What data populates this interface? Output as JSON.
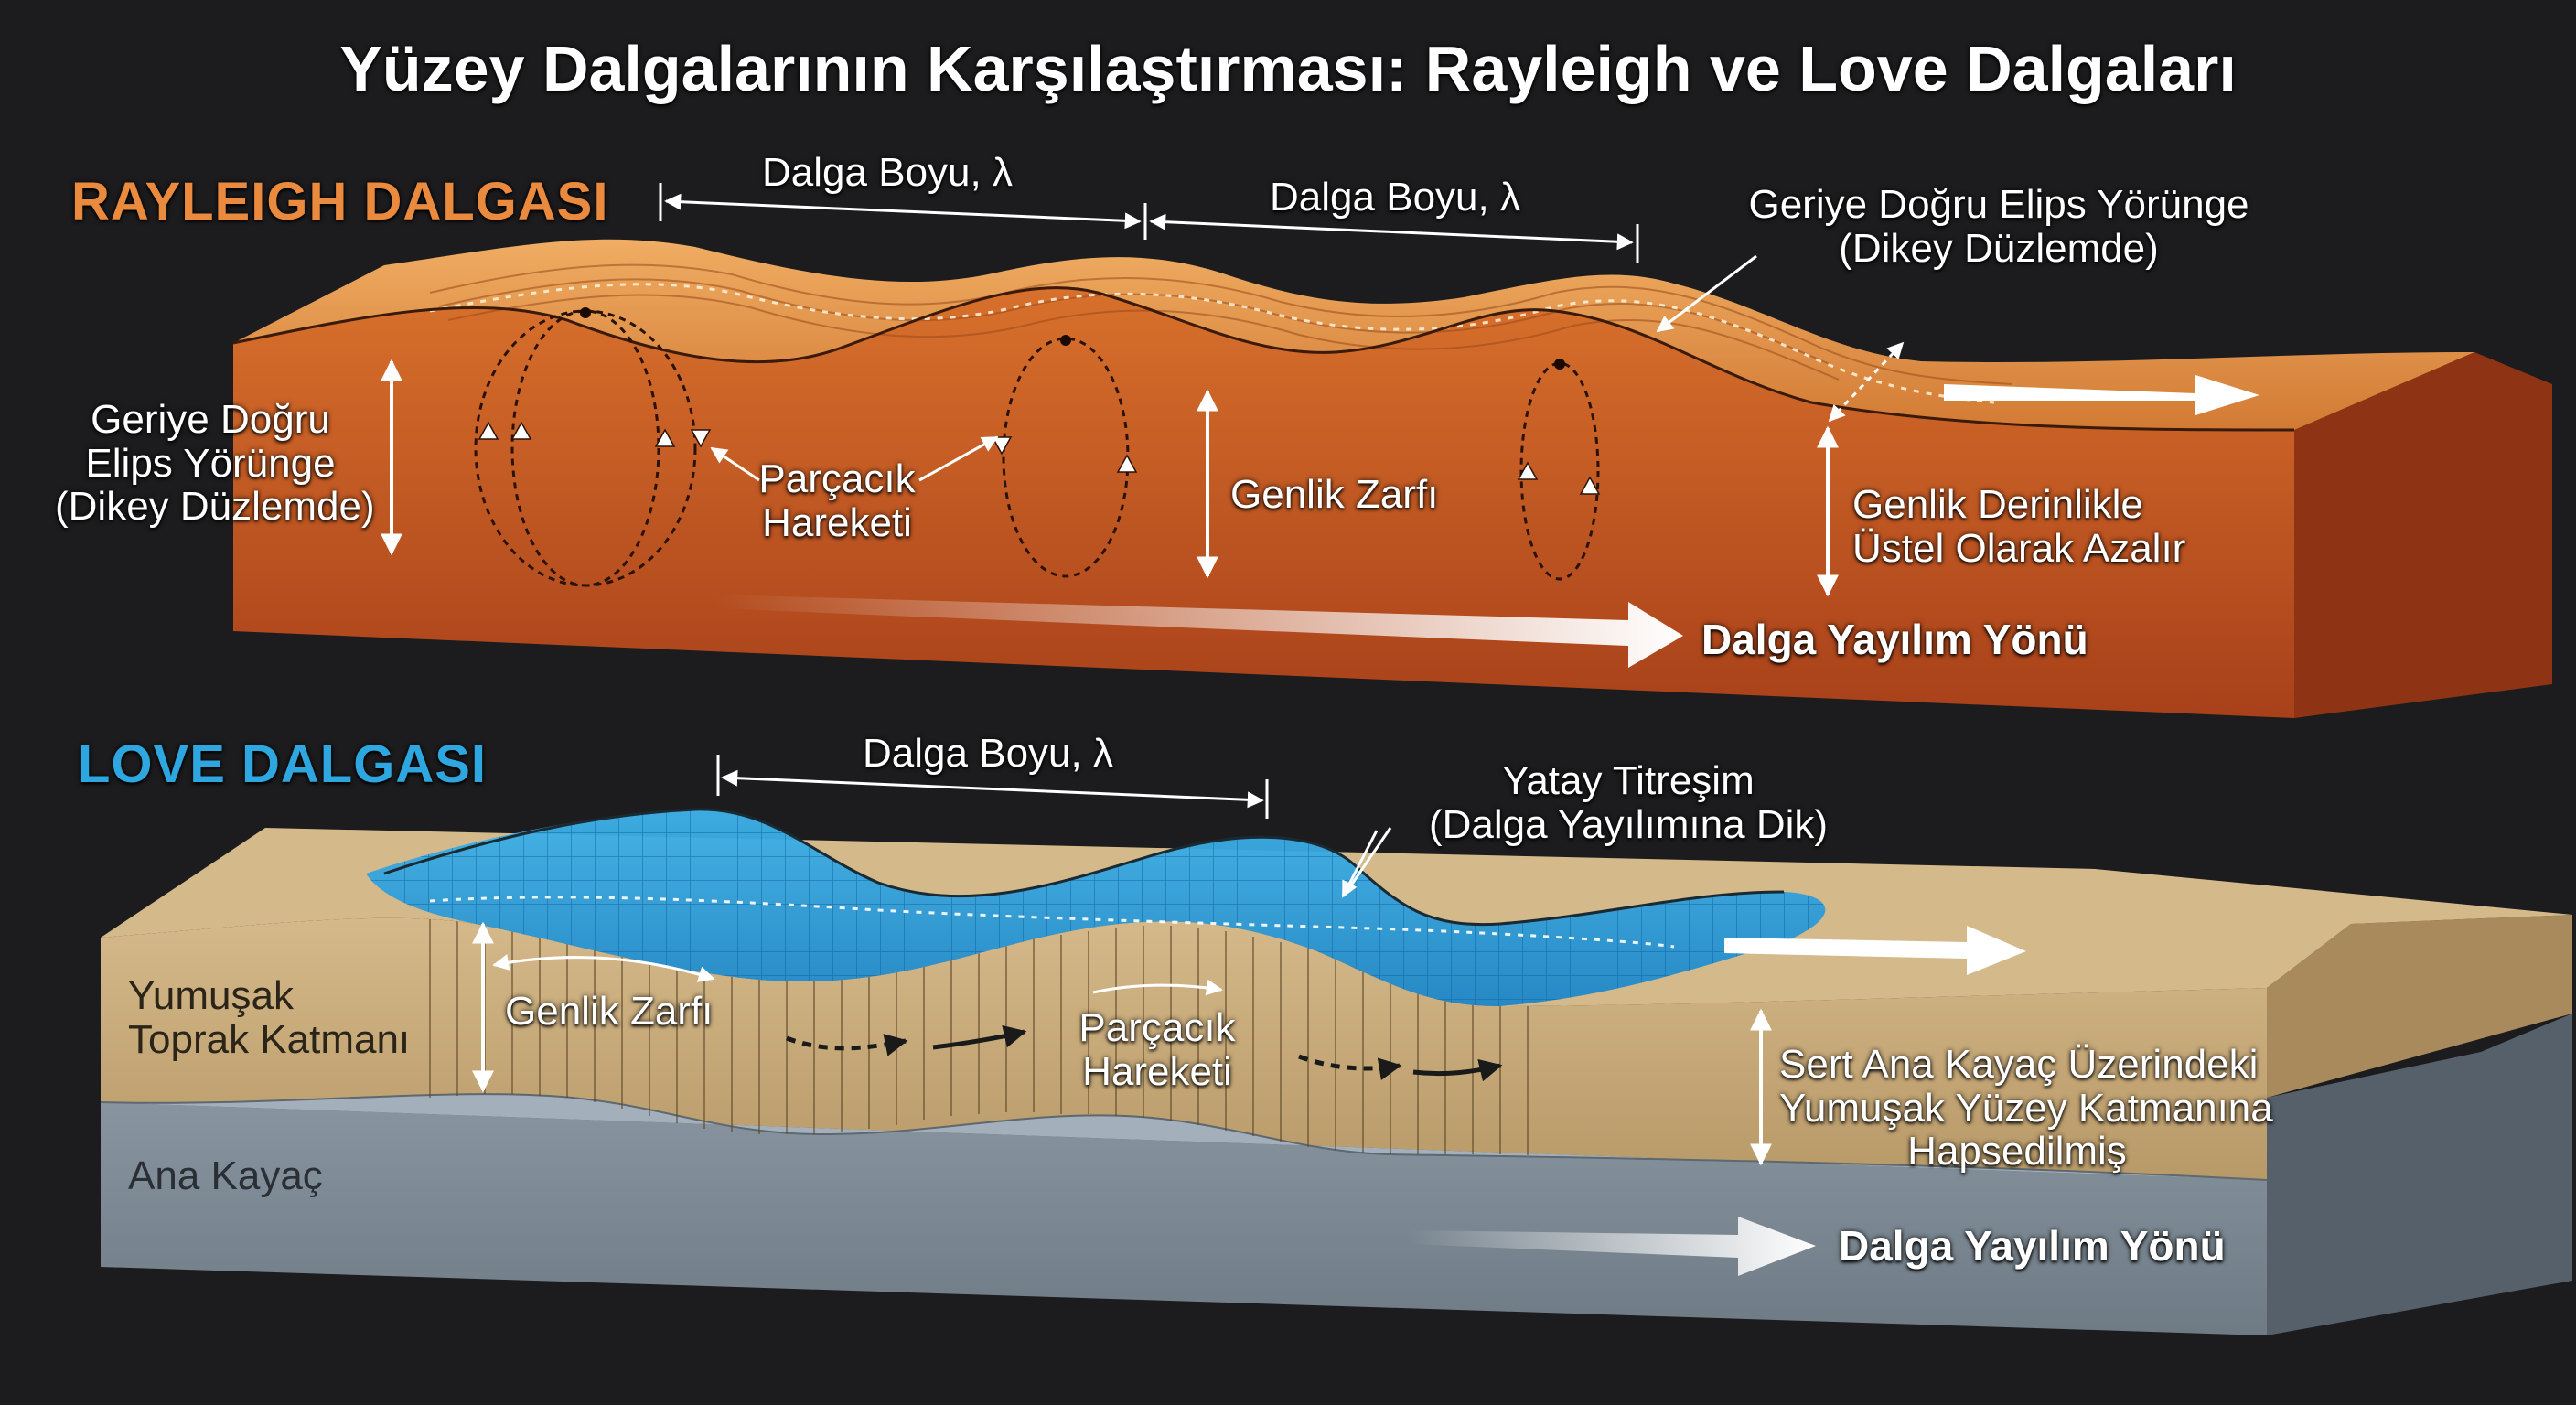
{
  "title": "Yüzey Dalgalarının Karşılaştırması: Rayleigh ve Love Dalgaları",
  "colors": {
    "background": "#1c1c1e",
    "rayleigh_accent": "#e98a3f",
    "love_accent": "#2ea6e0",
    "rayleigh_block": "#c4561d",
    "soil_layer": "#c9ad7e",
    "bedrock_layer": "#7d8a95"
  },
  "rayleigh": {
    "heading": "RAYLEIGH DALGASI",
    "wavelength_1": "Dalga Boyu, λ",
    "wavelength_2": "Dalga Boyu, λ",
    "orbit_top_right": [
      "Geriye Doğru Elips Yörünge",
      "(Dikey Düzlemde)"
    ],
    "orbit_left": [
      "Geriye Doğru",
      "Elips Yörünge",
      "(Dikey Düzlemde)"
    ],
    "particle_motion": [
      "Parçacık",
      "Hareketi"
    ],
    "amplitude_envelope": "Genlik Zarfı",
    "depth_decay": [
      "Genlik Derinlikle",
      "Üstel Olarak Azalır"
    ],
    "propagation": "Dalga Yayılım Yönü"
  },
  "love": {
    "heading": "LOVE DALGASI",
    "wavelength": "Dalga Boyu, λ",
    "horizontal_vibration": [
      "Yatay Titreşim",
      "(Dalga Yayılımına Dik)"
    ],
    "soft_layer": [
      "Yumuşak",
      "Toprak Katmanı"
    ],
    "amplitude_envelope": "Genlik Zarfı",
    "particle_motion": [
      "Parçacık",
      "Hareketi"
    ],
    "trapped": [
      "Sert Ana Kayaç Üzerindeki",
      "Yumuşak Yüzey Katmanına",
      "Hapsedilmiş"
    ],
    "bedrock": "Ana Kayaç",
    "propagation": "Dalga Yayılım Yönü"
  }
}
